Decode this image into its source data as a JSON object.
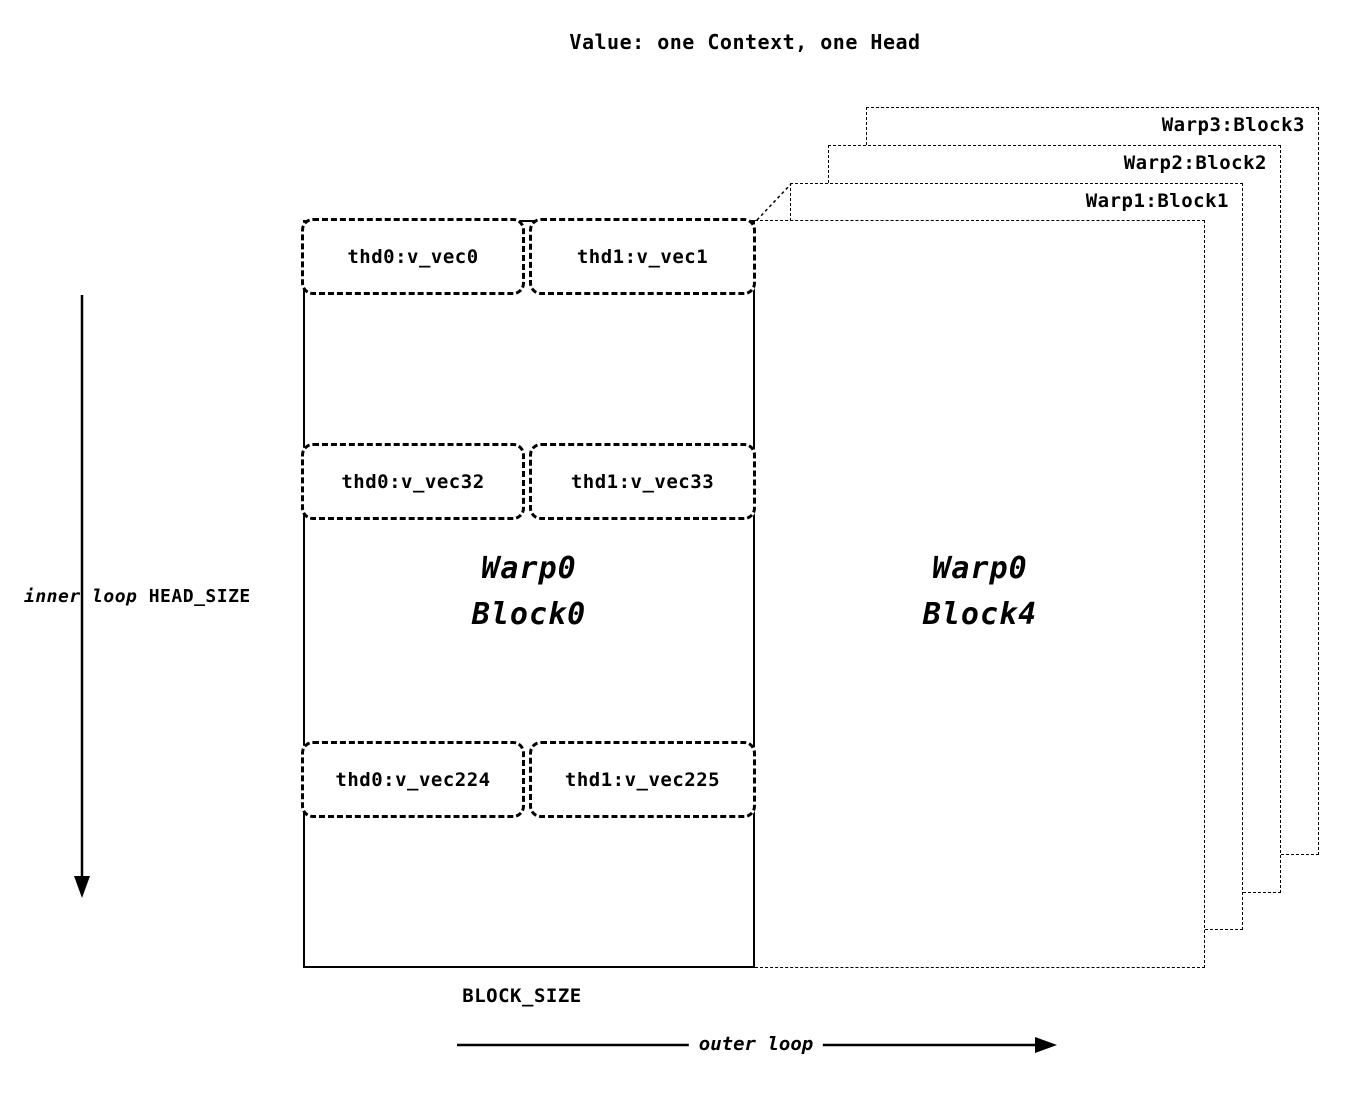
{
  "title": "Value: one Context, one Head",
  "main_block": {
    "name_line1": "Warp0",
    "name_line2": "Block0",
    "rows": [
      {
        "left": "thd0:v_vec0",
        "right": "thd1:v_vec1"
      },
      {
        "left": "thd0:v_vec32",
        "right": "thd1:v_vec33"
      },
      {
        "left": "thd0:v_vec224",
        "right": "thd1:v_vec225"
      }
    ]
  },
  "front_block": {
    "name_line1": "Warp0",
    "name_line2": "Block4"
  },
  "stacked_blocks": [
    {
      "label": "Warp1:Block1"
    },
    {
      "label": "Warp2:Block2"
    },
    {
      "label": "Warp3:Block3"
    }
  ],
  "axes": {
    "inner_loop_label": "inner loop",
    "inner_dim_label": "HEAD_SIZE",
    "block_size_label": "BLOCK_SIZE",
    "outer_loop_label": "outer loop"
  },
  "colors": {
    "ink": "#000000",
    "background": "#ffffff"
  }
}
